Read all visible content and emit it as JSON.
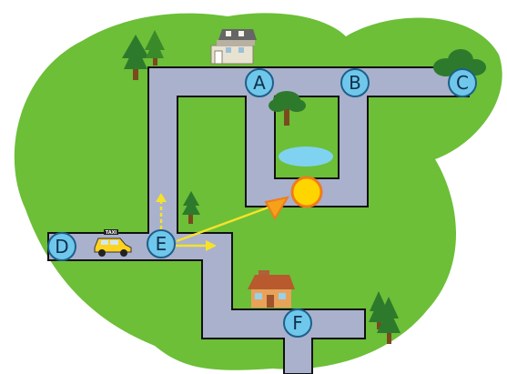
{
  "map": {
    "colors": {
      "grass": "#6cbf37",
      "road": "#a9b1cc",
      "road_edge": "#111111",
      "node_fill": "#6fc8ec",
      "node_stroke": "#1d5f8a",
      "arrow": "#f5e22a",
      "target_fill": "#ffd500",
      "target_stroke": "#f07c1a",
      "pond": "#7fd3f0"
    },
    "nodes": [
      {
        "id": "A",
        "label": "A"
      },
      {
        "id": "B",
        "label": "B"
      },
      {
        "id": "C",
        "label": "C"
      },
      {
        "id": "D",
        "label": "D"
      },
      {
        "id": "E",
        "label": "E"
      },
      {
        "id": "F",
        "label": "F"
      }
    ],
    "vehicle": {
      "icon": "taxi-icon",
      "roof_text": "TAXI"
    },
    "target": {
      "icon": "sun-target-icon"
    },
    "arrows": {
      "from_node": "E",
      "options": [
        "up",
        "right",
        "toward-target"
      ]
    }
  }
}
